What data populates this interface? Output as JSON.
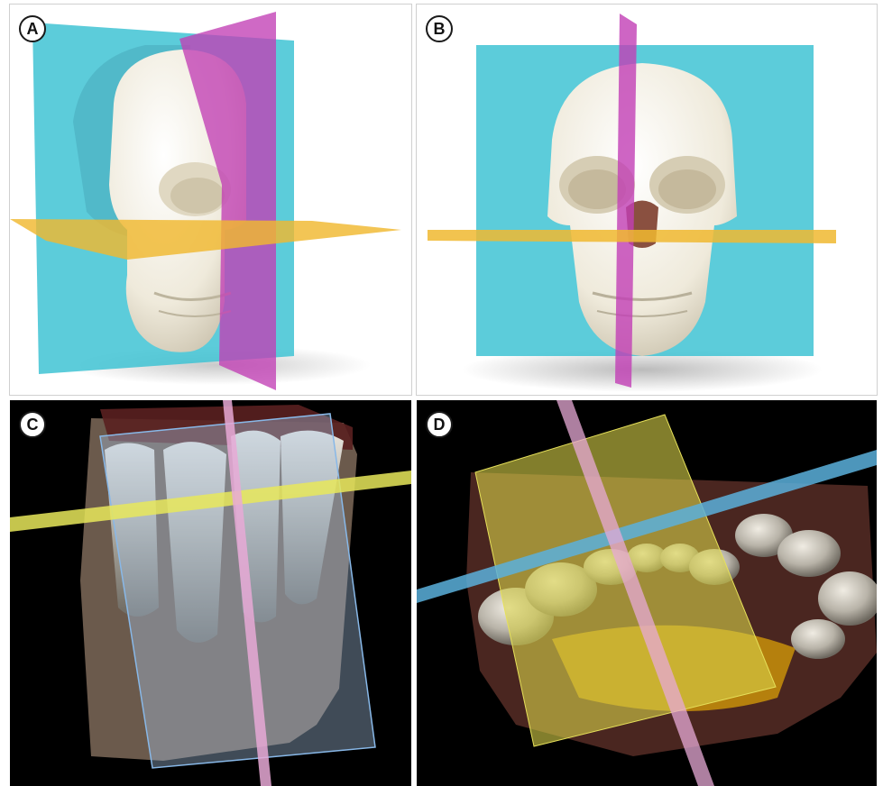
{
  "panels": [
    {
      "label": "A",
      "content": "skull-oblique-with-planes"
    },
    {
      "label": "B",
      "content": "skull-frontal-with-planes"
    },
    {
      "label": "C",
      "content": "cbct-anterior-teeth-sagittal"
    },
    {
      "label": "D",
      "content": "cbct-mandible-axial"
    }
  ],
  "colors": {
    "coronal_plane": "#3fc3d3",
    "sagittal_plane": "#c23fb5",
    "axial_plane": "#f0b830",
    "bone": "#f2efe4",
    "cbct_background": "#000000",
    "cbct_yellow": "#e8e85a",
    "cbct_pink": "#e7a9d6",
    "cbct_blue": "#5ab0dc"
  }
}
